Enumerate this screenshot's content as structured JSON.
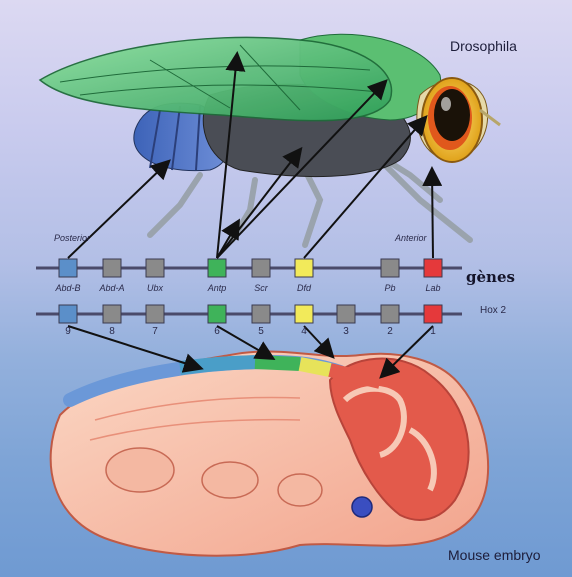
{
  "labels": {
    "fly_title": "Drosophila",
    "mouse_title": "Mouse embryo",
    "posterior": "Posterior",
    "anterior": "Anterior",
    "genes": "gènes",
    "hox": "Hox 2"
  },
  "fly_genes": [
    {
      "name": "Abd-B",
      "color": "#5b8fc9"
    },
    {
      "name": "Abd-A",
      "color": "#8a8a8a"
    },
    {
      "name": "Ubx",
      "color": "#8a8a8a"
    },
    {
      "name": "Antp",
      "color": "#3fb35a"
    },
    {
      "name": "Scr",
      "color": "#8a8a8a"
    },
    {
      "name": "Dfd",
      "color": "#f2ea5a"
    },
    {
      "name": "Pb",
      "color": "#8a8a8a"
    },
    {
      "name": "Lab",
      "color": "#e5393b"
    }
  ],
  "mouse_genes": [
    {
      "name": "9",
      "color": "#5b8fc9"
    },
    {
      "name": "8",
      "color": "#8a8a8a"
    },
    {
      "name": "7",
      "color": "#8a8a8a"
    },
    {
      "name": "6",
      "color": "#3fb35a"
    },
    {
      "name": "5",
      "color": "#8a8a8a"
    },
    {
      "name": "4",
      "color": "#f2ea5a"
    },
    {
      "name": "3",
      "color": "#8a8a8a"
    },
    {
      "name": "2",
      "color": "#8a8a8a"
    },
    {
      "name": "1",
      "color": "#e5393b"
    }
  ]
}
